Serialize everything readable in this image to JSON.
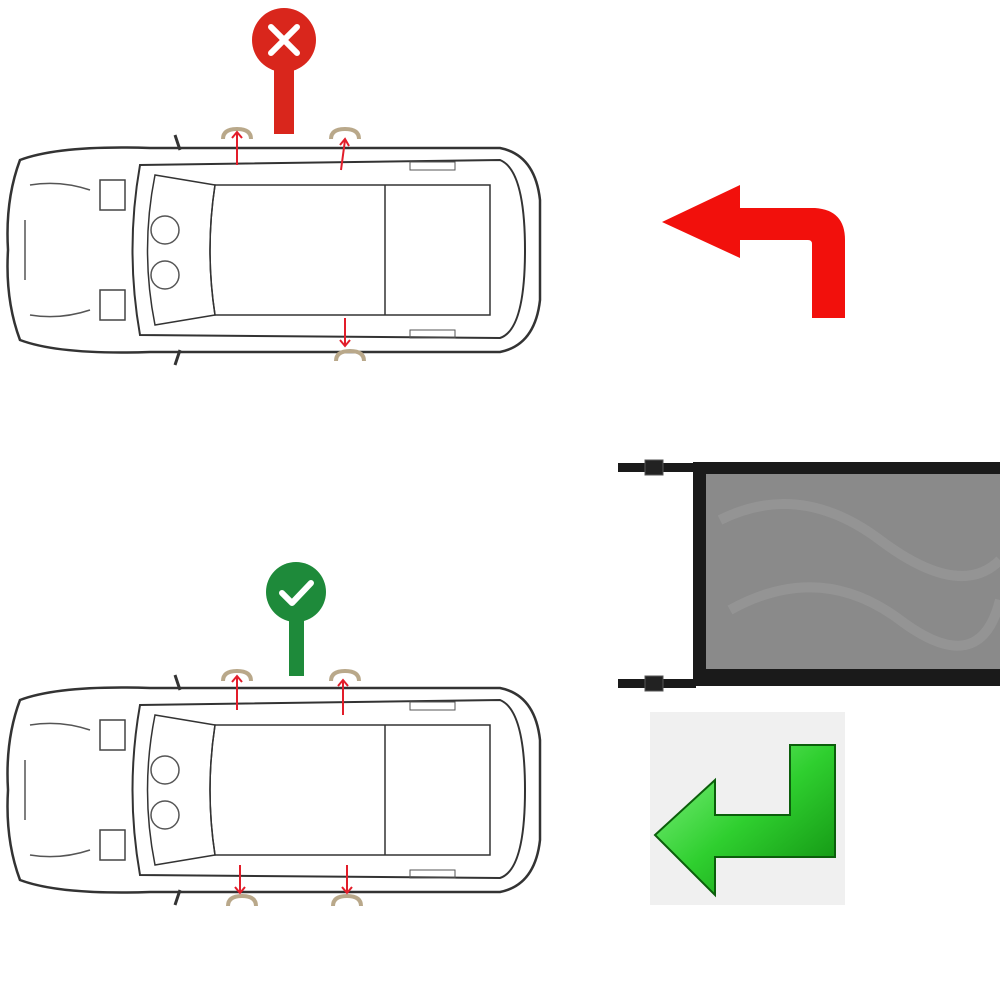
{
  "colors": {
    "wrong": "#d9261c",
    "correct": "#1e8a3a",
    "arrow_red": "#f2100c",
    "arrow_green": "#3cd63c",
    "net_frame": "#1a1a1a",
    "net_mesh": "#8a8a8a",
    "car_line": "#333333",
    "handle": "#b9a88a"
  },
  "icons": {
    "wrong_marker": "x-mark-icon",
    "correct_marker": "check-mark-icon",
    "install_arrow_wrong": "red-turn-left-arrow-icon",
    "install_arrow_correct": "green-return-arrow-icon"
  },
  "diagrams": [
    {
      "state": "wrong",
      "marker": "x-mark"
    },
    {
      "state": "correct",
      "marker": "check-mark"
    }
  ]
}
